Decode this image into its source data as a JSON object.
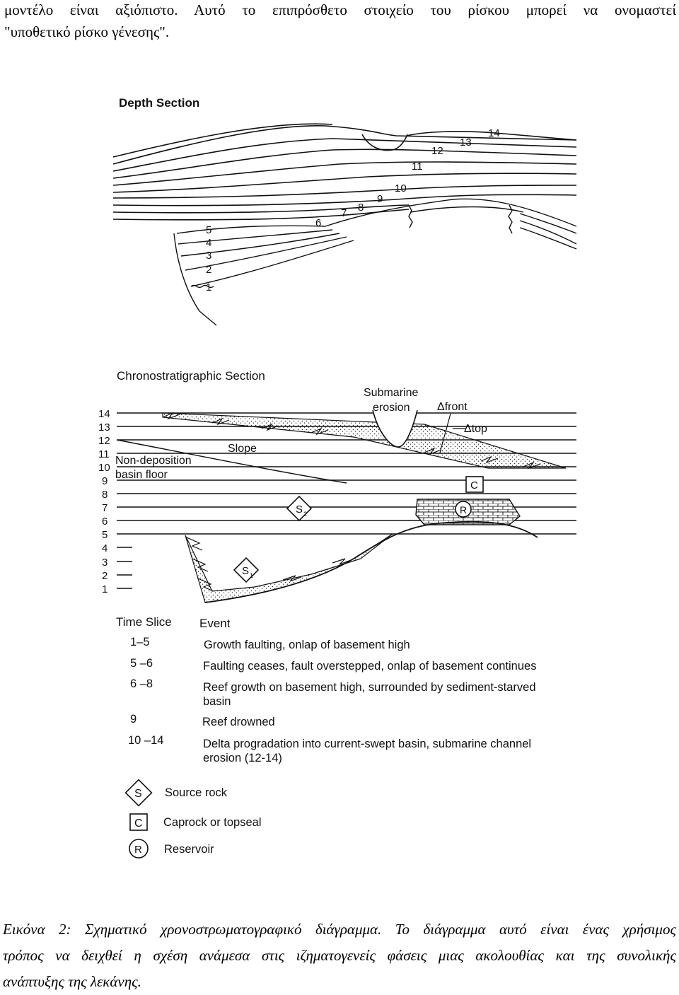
{
  "intro": {
    "line1": "μοντέλο είναι αξιόπιστο. Αυτό το επιπρόσθετο στοιχείο του ρίσκου μπορεί να ονομαστεί",
    "line2": "\"υποθετικό ρίσκο γένεσης\"."
  },
  "depth_section": {
    "title": "Depth Section",
    "horizon_labels": [
      "1",
      "2",
      "3",
      "4",
      "5",
      "6",
      "7",
      "8",
      "9",
      "10",
      "11",
      "12",
      "13",
      "14"
    ]
  },
  "chrono_section": {
    "title": "Chronostratigraphic Section",
    "time_labels": [
      "14",
      "13",
      "12",
      "11",
      "10",
      "9",
      "8",
      "7",
      "6",
      "5",
      "4",
      "3",
      "2",
      "1"
    ],
    "annotations": {
      "submarine": "Submarine",
      "erosion": "erosion",
      "dfront": "Δfront",
      "dtop": "Δtop",
      "slope": "Slope",
      "nondep1": "Non-deposition",
      "nondep2": "basin floor",
      "s2": "S",
      "s2_sub": "2",
      "s1": "S",
      "s1_sub": "1",
      "c": "C",
      "r": "R"
    }
  },
  "events_table": {
    "headers": {
      "time_slice": "Time Slice",
      "event": "Event"
    },
    "rows": [
      {
        "slice": "1–5",
        "event": "Growth faulting, onlap of basement high"
      },
      {
        "slice": "5 –6",
        "event": "Faulting ceases, fault overstepped, onlap of basement continues"
      },
      {
        "slice": "6 –8",
        "event": "Reef growth on basement high, surrounded by sediment-starved basin"
      },
      {
        "slice": "9",
        "event": "Reef drowned"
      },
      {
        "slice": "10 –14",
        "event": "Delta progradation into current-swept basin, submarine channel erosion (12-14)"
      }
    ]
  },
  "legend": {
    "items": [
      {
        "symbol": "S",
        "label": "Source rock"
      },
      {
        "symbol": "C",
        "label": "Caprock or topseal"
      },
      {
        "symbol": "R",
        "label": "Reservoir"
      }
    ]
  },
  "caption": {
    "line1": "Εικόνα 2: Σχηματικό χρονοστρωματογραφικό διάγραμμα. Το διάγραμμα αυτό είναι ένας χρήσιμος",
    "line2": "τρόπος να δειχθεί η σχέση ανάμεσα στις ιζηματογενείς φάσεις μιας ακολουθίας και της συνολικής",
    "line3": "ανάπτυξης της λεκάνης."
  }
}
